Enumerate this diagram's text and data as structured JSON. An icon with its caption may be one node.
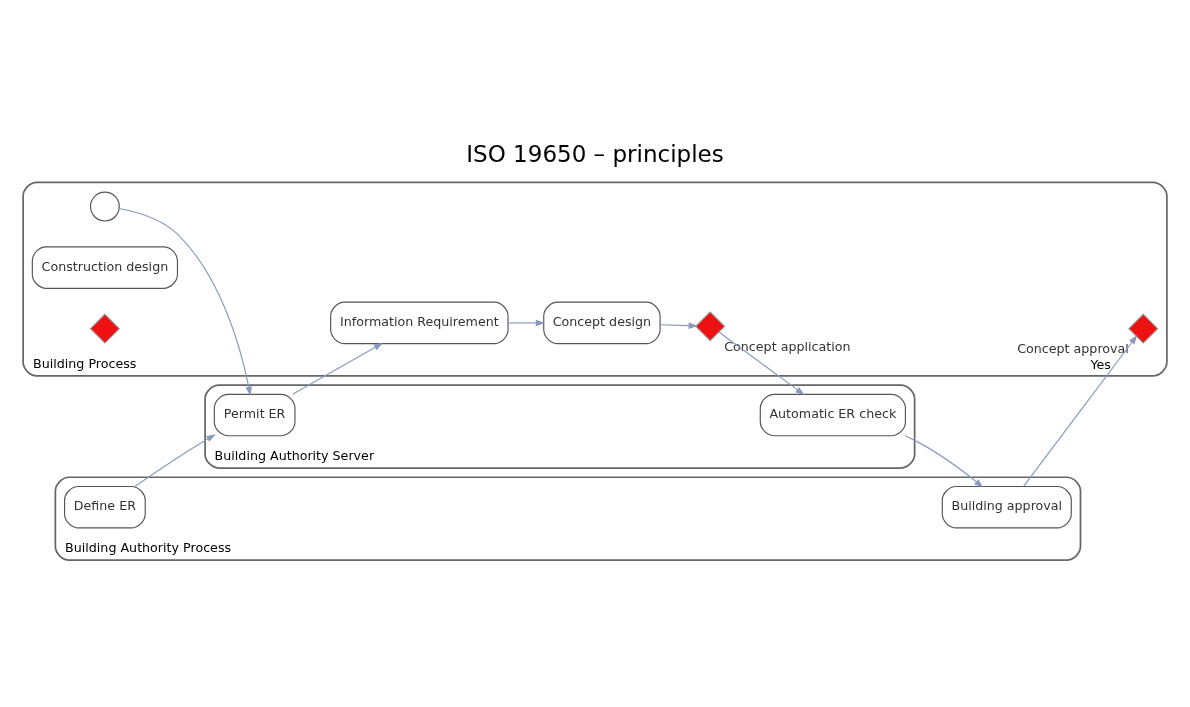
{
  "diagram": {
    "title": "ISO 19650 – principles",
    "nodes": [
      {
        "text": [
          "Building Process"
        ]
      },
      {
        "text": [],
        "shape": "circle",
        "in": 0
      },
      {
        "text": [
          "Information Requirement"
        ],
        "in": 0
      },
      {
        "text": [
          "Concept design"
        ],
        "in": 0
      },
      {
        "text": [],
        "shape": "diamond",
        "in": 0,
        "beside": [
          "Concept application"
        ]
      },
      {
        "text": [],
        "shape": "diamond",
        "in": 0,
        "beside": [
          "Concept approval"
        ]
      },
      {
        "text": [
          "Construction design"
        ],
        "in": 0
      },
      {
        "text": [],
        "shape": "diamond",
        "in": 0
      },
      {
        "text": [
          "Building Authority Server"
        ]
      },
      {
        "text": [
          "Permit ER"
        ],
        "in": 8
      },
      {
        "text": [
          "Automatic ER check"
        ],
        "in": 8
      },
      {
        "text": [
          "Building Authority Process"
        ]
      },
      {
        "text": [
          "Define ER"
        ],
        "in": 11
      },
      {
        "text": [
          "Building approval"
        ],
        "in": 11
      }
    ],
    "edges": [
      {
        "from": 1,
        "to": 9,
        "arrow": "to"
      },
      {
        "from": 9,
        "to": 2,
        "arrow": "to"
      },
      {
        "from": 12,
        "to": 9,
        "arrow": "to"
      },
      {
        "from": 2,
        "to": 3,
        "arrow": "to"
      },
      {
        "from": 3,
        "to": 4,
        "arrow": "to"
      },
      {
        "from": 4,
        "to": 10,
        "arrow": "to"
      },
      {
        "from": 10,
        "to": 13,
        "arrow": "to"
      },
      {
        "from": 13,
        "to": 5,
        "arrow": "to",
        "label": "Yes"
      }
    ]
  }
}
